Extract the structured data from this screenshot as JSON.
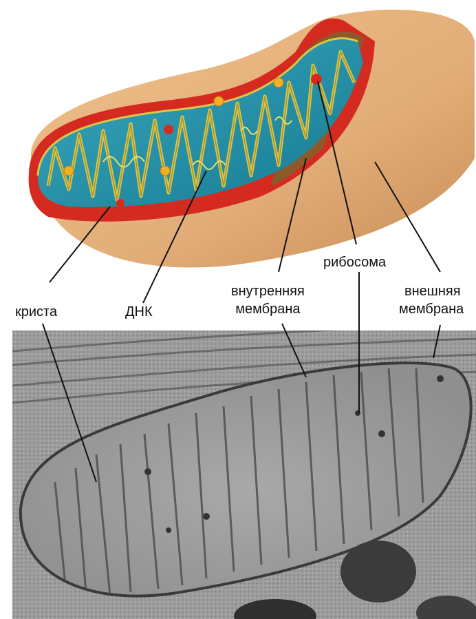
{
  "diagram": {
    "labels": {
      "crista": "криста",
      "dna": "ДНК",
      "inner_membrane": [
        "внутренняя",
        "мембрана"
      ],
      "ribosome": "рибосома",
      "outer_membrane": [
        "внешняя",
        "мембрана"
      ]
    }
  },
  "colors": {
    "outer_membrane": "#e2ad78",
    "intermembrane": "#d42a1f",
    "matrix": "#1f90a8",
    "cristae": "#d9c74b",
    "cut_surface": "#8c5a2a",
    "ribosome": "#d52a20",
    "granule": "#f2b028"
  }
}
